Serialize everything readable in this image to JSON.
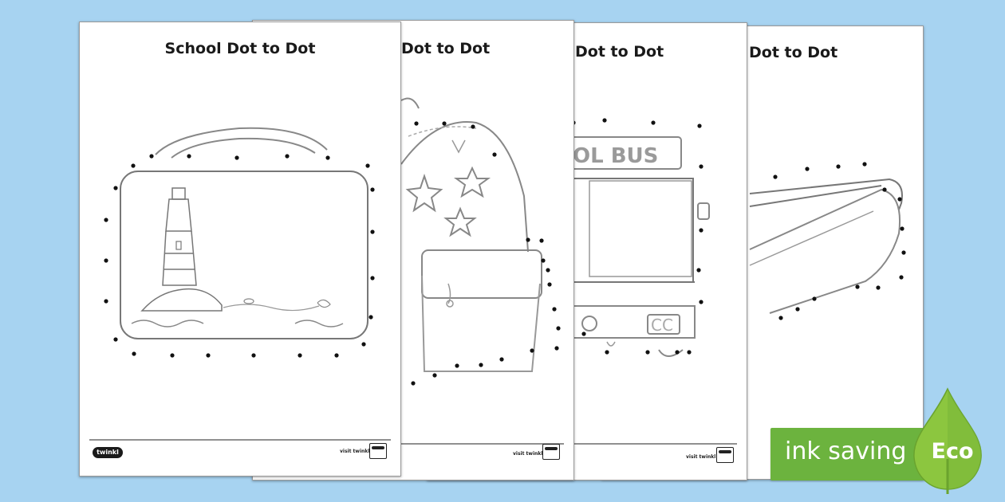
{
  "sheets": [
    {
      "title": "School Dot to Dot",
      "footer_url": "visit twinkl.ie",
      "logo": "twinkl"
    },
    {
      "title": "Dot to Dot",
      "footer_url": "visit twinkl.ie"
    },
    {
      "title": "Dot to Dot",
      "footer_url": "visit twinkl.ie",
      "sign_text": "OL BUS"
    },
    {
      "title": "Dot to Dot"
    }
  ],
  "eco_banner": {
    "text": "ink saving",
    "badge": "Eco",
    "color": "#6cb33e"
  },
  "background_color": "#a7d3f1"
}
